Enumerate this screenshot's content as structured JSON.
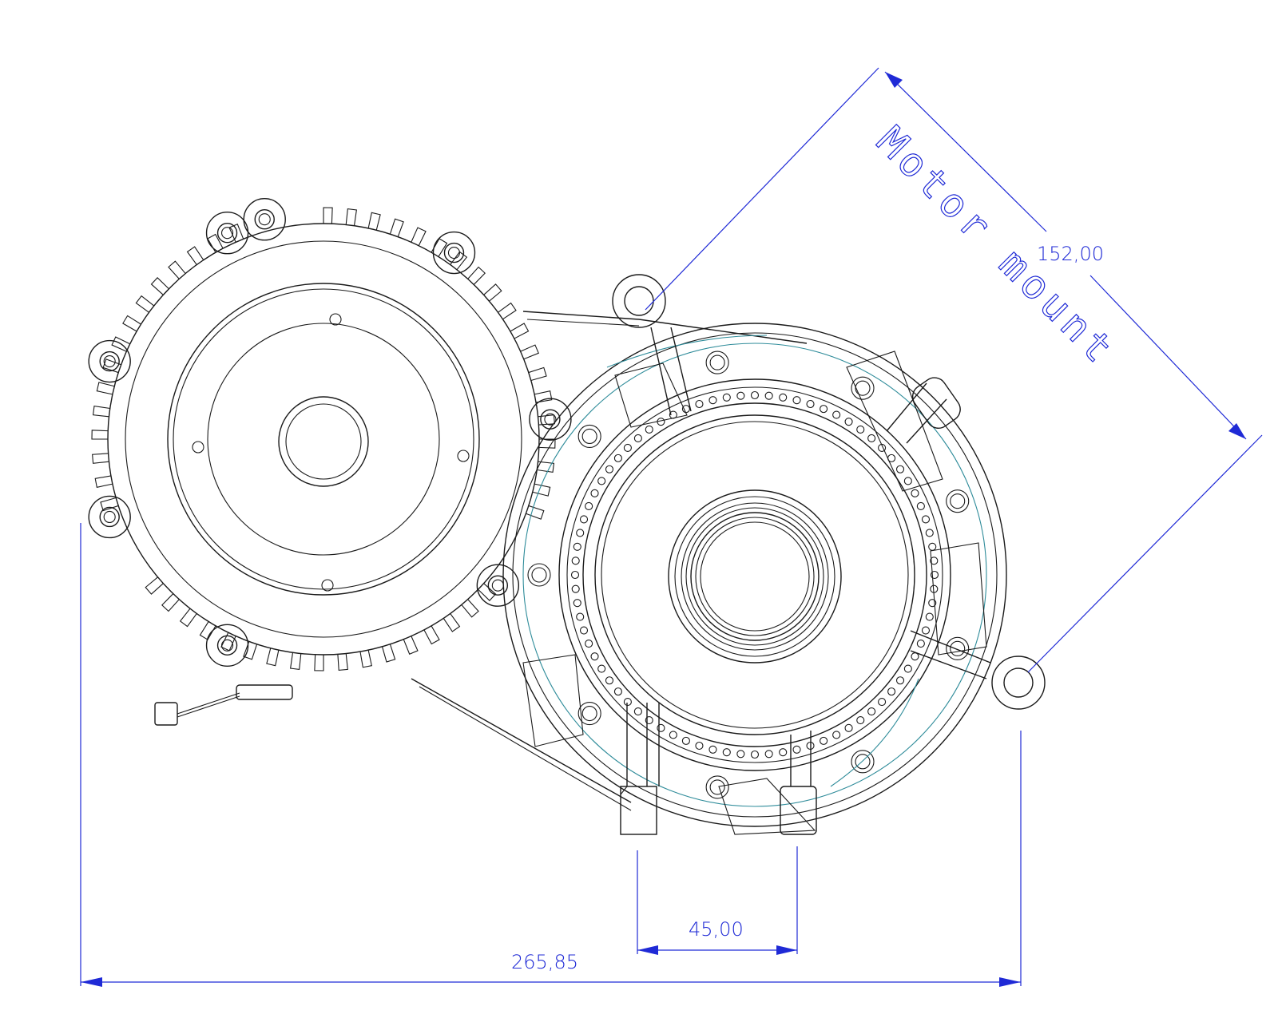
{
  "dimensions": {
    "mount_span": "152,00",
    "lug_spacing": "45,00",
    "overall_width": "265,85"
  },
  "labels": {
    "mount_label": "Motor mount"
  },
  "colors": {
    "outline": "#1a1a1a",
    "dimension": "#1f2ad6",
    "hidden": "#2f8c9a"
  }
}
